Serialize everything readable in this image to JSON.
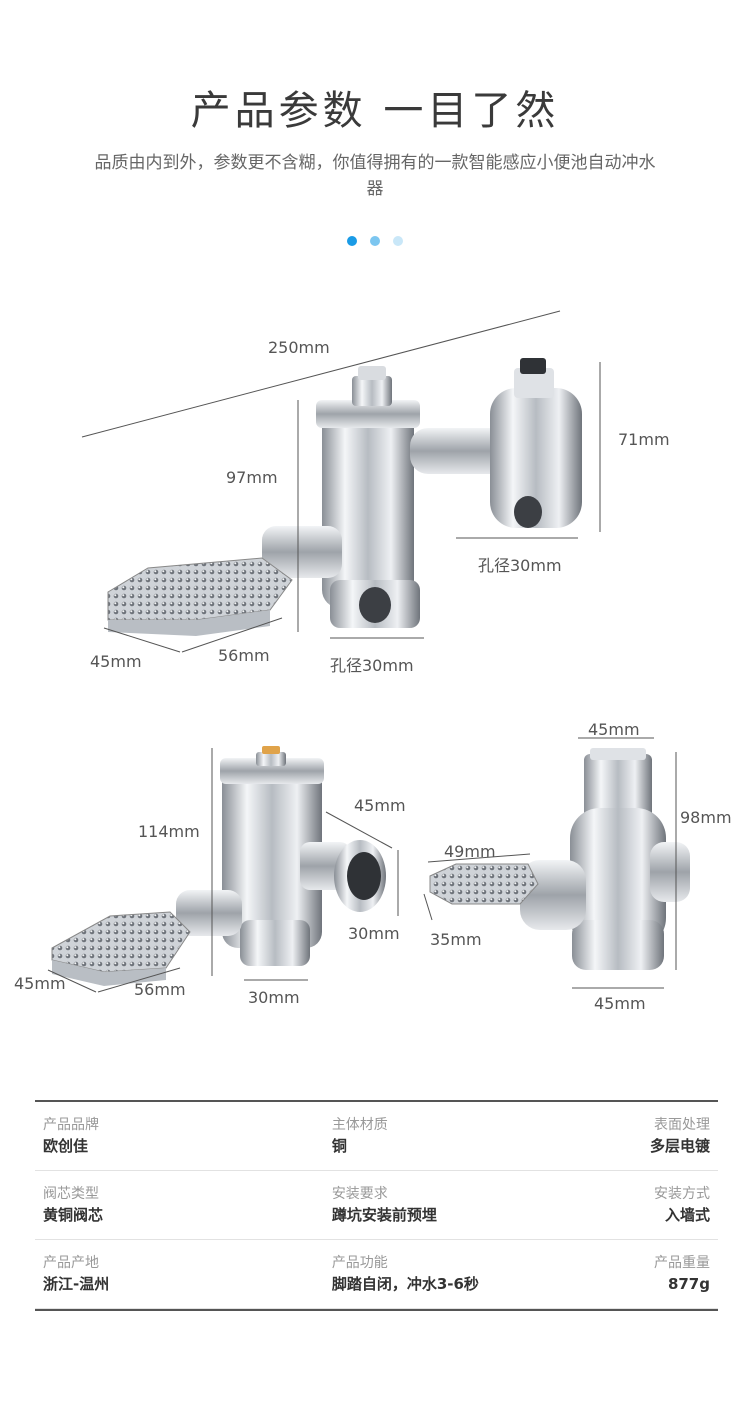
{
  "header": {
    "title": "产品参数 一目了然",
    "subtitle": "品质由内到外，参数更不含糊，你值得拥有的一款智能感应小便池自动冲水器"
  },
  "colors": {
    "accent_dot_1": "#1a9be6",
    "accent_dot_2": "#7cc6f0",
    "accent_dot_3": "#c9e7f8"
  },
  "dimensions": {
    "top_length": "250mm",
    "top_height": "97mm",
    "top_right_height": "71mm",
    "top_right_hole": "孔径30mm",
    "top_bottom_hole": "孔径30mm",
    "top_pedal_w": "45mm",
    "top_pedal_l": "56mm",
    "left_height": "114mm",
    "left_outlet": "45mm",
    "left_outlet_h": "30mm",
    "left_pedal_w": "45mm",
    "left_pedal_l": "56mm",
    "left_base": "30mm",
    "right_top": "45mm",
    "right_height": "98mm",
    "right_pedal_l": "49mm",
    "right_pedal_w": "35mm",
    "right_base": "45mm"
  },
  "specs": [
    [
      {
        "label": "产品品牌",
        "value": "欧创佳"
      },
      {
        "label": "主体材质",
        "value": "铜"
      },
      {
        "label": "表面处理",
        "value": "多层电镀"
      }
    ],
    [
      {
        "label": "阀芯类型",
        "value": "黄铜阀芯"
      },
      {
        "label": "安装要求",
        "value": "蹲坑安装前预埋"
      },
      {
        "label": "安装方式",
        "value": "入墙式"
      }
    ],
    [
      {
        "label": "产品产地",
        "value": "浙江-温州"
      },
      {
        "label": "产品功能",
        "value": "脚踏自闭，冲水3-6秒"
      },
      {
        "label": "产品重量",
        "value": "877g"
      }
    ]
  ]
}
